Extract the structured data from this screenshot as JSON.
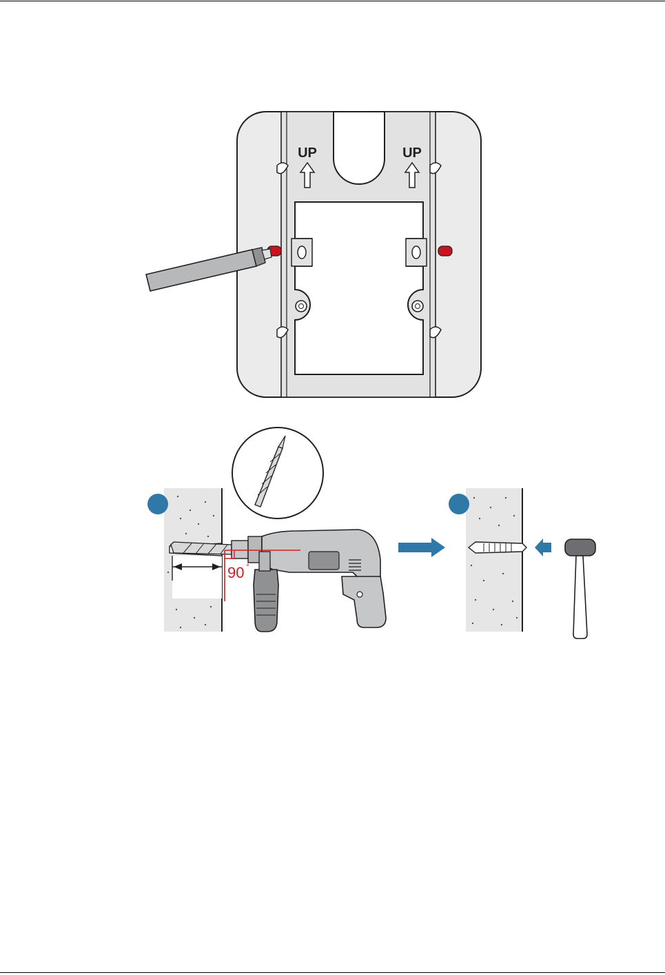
{
  "mounting_plate": {
    "up_label_left": "UP",
    "up_label_right": "UP"
  },
  "drilling": {
    "angle_label": "90",
    "angle_unit": "°"
  },
  "colors": {
    "marker_red": "#c8141e",
    "step_blue": "#2f78a8",
    "angle_red": "#d71d24",
    "wall_gray": "#e6e6e6",
    "tool_gray": "#bcbec0"
  }
}
